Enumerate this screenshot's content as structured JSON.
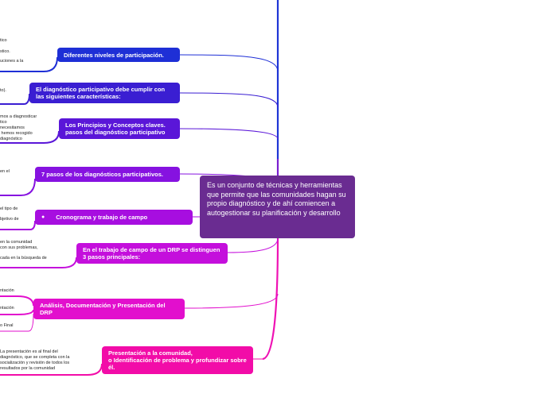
{
  "central": {
    "text": "Es un conjunto de técnicas y herramientas que permite que las comunidades hagan su propio diagnóstico y de ahí comiencen a autogestionar su planificación y desarrollo"
  },
  "branches": [
    {
      "label": "Diferentes niveles de participación.",
      "color": "#1e2fd6"
    },
    {
      "label": "El diagnóstico participativo debe cumplir con las siguientes características:",
      "color": "#3a1ed2"
    },
    {
      "label": "Los Principios y Conceptos claves. pasos del diagnóstico participativo",
      "color": "#5a16d8"
    },
    {
      "label": "7 pasos de los diagnósticos participativos.",
      "color": "#8612e0"
    },
    {
      "label": "Cronograma y trabajo de campo",
      "color": "#a70ee0",
      "bullet": "●"
    },
    {
      "label": "En el trabajo de campo de un DRP se distinguen 3 pasos principales:",
      "color": "#c40fdc"
    },
    {
      "label": "Análisis, Documentación y Presentación del DRP",
      "color": "#e20fcd"
    },
    {
      "label": "Presentación a la comunidad,\no Identificación de problema y profundizar sobre él.",
      "color": "#f20ca8"
    }
  ],
  "leaves": [
    "tico",
    "stico.",
    "uciones a la",
    "to).",
    "mos a diagnosticar\ntico\nnecesitamos\n hemos recogido\ndiagnóstico",
    "en el",
    "el tipo de",
    "bjetivo de",
    "en la comunidad\ncon sus problemas,",
    "cada en la búsqueda de",
    "ntación",
    "ntación",
    "o Final",
    "La presentación es al final del\ndiagnóstico, que se completa con la\nsocialización y revisión de todos los\nresultados por la comunidad"
  ]
}
